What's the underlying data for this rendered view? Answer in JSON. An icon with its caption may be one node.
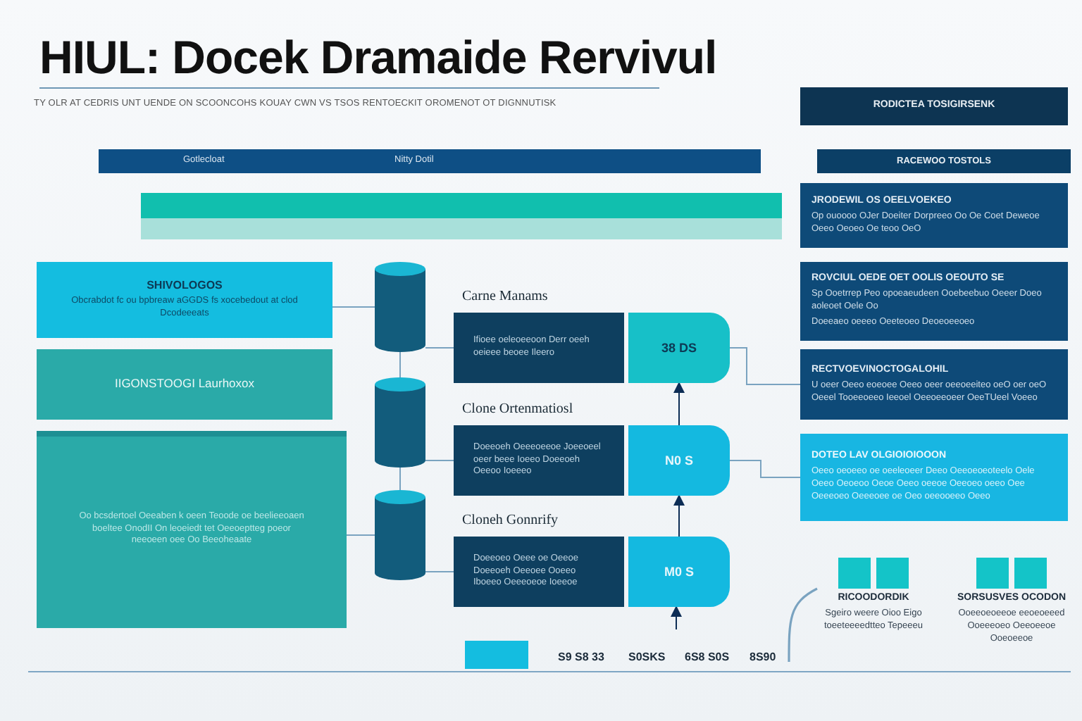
{
  "diagram": {
    "title": "HIUL: Docek Dramaide Rervivul",
    "nodes": [
      {
        "text": [
          "RODICTEA TOSIGIRSENK"
        ]
      },
      {
        "text": [
          "Gotlecloat",
          "Nitty Dotil"
        ]
      },
      {
        "text": [
          "RACEWOO TOSTOLS"
        ]
      },
      {
        "text": [],
        "shape": "bar"
      },
      {
        "text": [
          "SHIVOLOGOS",
          "Obcrabdot fc ou bpbreaw aGGDS fs xocebedout at clod Dcodeeeats"
        ]
      },
      {
        "text": [
          "IIGONSTOOGI Laurhoxox"
        ]
      },
      {
        "text": [
          "Oo bcsdertoel Oeeaben k oeen Teoode oe beelieeoaen boeltee OnodII On leoeiedt tet Oeeoeptteg poeor neeoeen oee Oo Beeoheaate"
        ]
      },
      {
        "text": [],
        "shape": "cylinder"
      },
      {
        "text": [],
        "shape": "cylinder"
      },
      {
        "text": [],
        "shape": "cylinder"
      },
      {
        "text": [
          "Ifioee oeleoeeoon Derr oeeh oeieee beoee Ileero"
        ],
        "beside": [
          "Carne Manams"
        ]
      },
      {
        "text": [
          "38 DS"
        ]
      },
      {
        "text": [
          "Doeeoeh Oeeeoeeoe Joeeoeel oeer beee Ioeeo Doeeoeh Oeeoo Ioeeeo"
        ],
        "beside": [
          "Clone Ortenmatiosl"
        ]
      },
      {
        "text": [
          "N0 S"
        ]
      },
      {
        "text": [
          "Doeeoeo Oeee oe Oeeoe Doeeoeh Oeeoee Ooeeo Iboeeo Oeeeoeoe Ioeeoe"
        ],
        "beside": [
          "Cloneh Gonnrify"
        ]
      },
      {
        "text": [
          "M0 S"
        ]
      },
      {
        "text": [
          "JRODEWIL OS OEELVOEKEO",
          "Op ouoooo OJer Doeiter Dorpreeo Oo Oe Coet Deweoe Oeeo Oeoeo Oe teoo OeO"
        ]
      },
      {
        "text": [
          "ROVCIUL OEDE OET OOLIS OEOUTO SE",
          "Sp Ooetrrep Peo opoeaeudeen Ooebeebuo Oeeer Doeo aoleoet Oele Oo",
          "Doeeaeo oeeeo Oeeteoeo Deoeoeeoeo"
        ]
      },
      {
        "text": [
          "RECTVOEVINOCTOGALOHIL",
          "U oeer Oeeo eoeoee Oeeo oeer oeeoeeiteo oeO oer oeO Oeeel Tooeeoeeo Ieeoel Oeeoeeoeer OeeTUeel Voeeo"
        ]
      },
      {
        "text": [
          "DOTEO LAV OLGIOIOIOOON",
          "Oeeo oeoeeo oe oeeleoeer Deeo Oeeoeoeoteelo Oele Oeeo Oeoeoo Oeoe Oeeo oeeoe Oeeoeo oeeo Oee Oeeeoeo Oeeeoee oe Oeo oeeooeeo Oeeo"
        ]
      },
      {
        "text": [],
        "shape": "bar"
      },
      {
        "text": [
          "RICOODORDIK",
          "Sgeiro weere Oioo Eigo toeeteeeedtteo Tepeeeu"
        ]
      },
      {
        "text": [
          "SORSUSVES OCODON",
          "Ooeeoeoeeoe eeoeoeeed Ooeeeoeo Oeeoeeoe Ooeoeeoe"
        ]
      }
    ],
    "edges": [
      {
        "from": 4,
        "to": 7,
        "arrow": "none"
      },
      {
        "from": 7,
        "to": 8,
        "arrow": "none"
      },
      {
        "from": 8,
        "to": 9,
        "arrow": "none"
      },
      {
        "from": 7,
        "to": 10,
        "arrow": "none"
      },
      {
        "from": 8,
        "to": 12,
        "arrow": "none"
      },
      {
        "from": 9,
        "to": 14,
        "arrow": "none"
      },
      {
        "from": 13,
        "to": 11,
        "arrow": "to",
        "color": "#0d2d55"
      },
      {
        "from": 15,
        "to": 13,
        "arrow": "to",
        "color": "#0d2d55"
      },
      {
        "from": null,
        "to": 15,
        "arrow": "to",
        "color": "#0d2d55"
      },
      {
        "from": 6,
        "to": 9,
        "arrow": "none"
      },
      {
        "from": 11,
        "to": 18,
        "arrow": "none"
      },
      {
        "from": 13,
        "to": 19,
        "arrow": "none"
      },
      {
        "from": null,
        "to": 21,
        "arrow": "none"
      }
    ],
    "labels": [
      "TY OLR AT CEDRIS UNT UENDE ON SCOONCOHS KOUAY CWN VS TSOS RENTOECKIT OROMENOT OT DIGNNUTISK",
      "S9 S8 33",
      "S0SKS",
      "6S8 S0S",
      "8S90"
    ]
  }
}
